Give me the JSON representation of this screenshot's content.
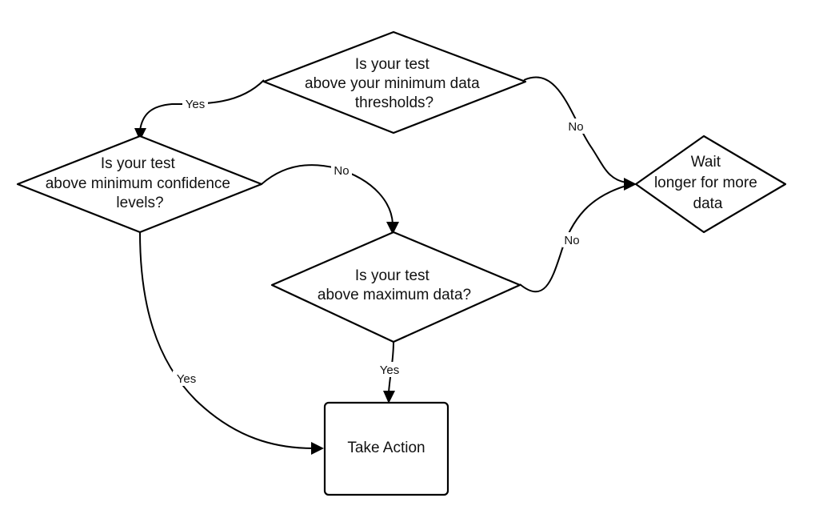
{
  "nodes": {
    "min_data": {
      "lines": [
        "Is your test",
        "above your minimum data",
        "thresholds?"
      ]
    },
    "min_confidence": {
      "lines": [
        "Is your test",
        "above minimum confidence",
        "levels?"
      ]
    },
    "max_data": {
      "lines": [
        "Is your test",
        "above maximum data?"
      ]
    },
    "wait": {
      "lines": [
        "Wait",
        "longer for more",
        "data"
      ]
    },
    "take_action": {
      "lines": [
        "Take Action"
      ]
    }
  },
  "edges": {
    "min_data_to_confidence": "Yes",
    "min_data_to_wait": "No",
    "confidence_to_max_data": "No",
    "confidence_to_action": "Yes",
    "max_data_to_wait": "No",
    "max_data_to_action": "Yes"
  }
}
